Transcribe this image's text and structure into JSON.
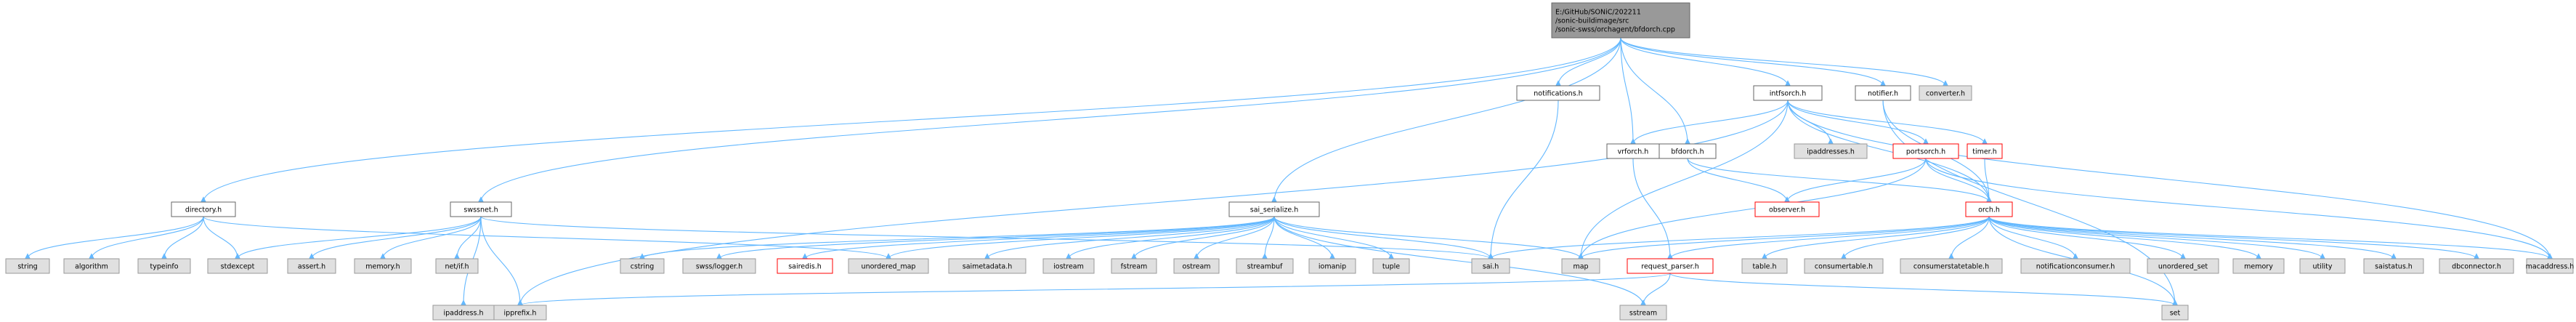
{
  "graph": {
    "root": [
      "E:/GitHub/SONiC/202211",
      "/sonic-buildimage/src",
      "/sonic-swss/orchagent/bfdorch.cpp"
    ],
    "nodes": {
      "directory_h": {
        "label": "directory.h",
        "kind": "header"
      },
      "swssnet_h": {
        "label": "swssnet.h",
        "kind": "header"
      },
      "notifications_h": {
        "label": "notifications.h",
        "kind": "header"
      },
      "sai_serialize_h": {
        "label": "sai_serialize.h",
        "kind": "header"
      },
      "vrforch_h": {
        "label": "vrforch.h",
        "kind": "header"
      },
      "bfdorch_h": {
        "label": "bfdorch.h",
        "kind": "header"
      },
      "intfsorch_h": {
        "label": "intfsorch.h",
        "kind": "header"
      },
      "notifier_h": {
        "label": "notifier.h",
        "kind": "header"
      },
      "converter_h": {
        "label": "converter.h",
        "kind": "std"
      },
      "ipaddresses_h": {
        "label": "ipaddresses.h",
        "kind": "std"
      },
      "portsorch_h": {
        "label": "portsorch.h",
        "kind": "incomplete"
      },
      "timer_h": {
        "label": "timer.h",
        "kind": "incomplete"
      },
      "observer_h": {
        "label": "observer.h",
        "kind": "incomplete"
      },
      "orch_h": {
        "label": "orch.h",
        "kind": "incomplete"
      },
      "request_parser_h": {
        "label": "request_parser.h",
        "kind": "incomplete"
      },
      "sairedis_h": {
        "label": "sairedis.h",
        "kind": "incomplete"
      },
      "string": {
        "label": "string",
        "kind": "std"
      },
      "algorithm": {
        "label": "algorithm",
        "kind": "std"
      },
      "typeinfo": {
        "label": "typeinfo",
        "kind": "std"
      },
      "stdexcept": {
        "label": "stdexcept",
        "kind": "std"
      },
      "assert_h": {
        "label": "assert.h",
        "kind": "std"
      },
      "memory_h": {
        "label": "memory.h",
        "kind": "std"
      },
      "net_if_h": {
        "label": "net/if.h",
        "kind": "std"
      },
      "cstring": {
        "label": "cstring",
        "kind": "std"
      },
      "swss_logger_h": {
        "label": "swss/logger.h",
        "kind": "std"
      },
      "unordered_map": {
        "label": "unordered_map",
        "kind": "std"
      },
      "saimetadata_h": {
        "label": "saimetadata.h",
        "kind": "std"
      },
      "iostream": {
        "label": "iostream",
        "kind": "std"
      },
      "fstream": {
        "label": "fstream",
        "kind": "std"
      },
      "ostream": {
        "label": "ostream",
        "kind": "std"
      },
      "streambuf": {
        "label": "streambuf",
        "kind": "std"
      },
      "iomanip": {
        "label": "iomanip",
        "kind": "std"
      },
      "tuple": {
        "label": "tuple",
        "kind": "std"
      },
      "sai_h": {
        "label": "sai.h",
        "kind": "std"
      },
      "map": {
        "label": "map",
        "kind": "std"
      },
      "table_h": {
        "label": "table.h",
        "kind": "std"
      },
      "consumertable_h": {
        "label": "consumertable.h",
        "kind": "std"
      },
      "consumerstatetable_h": {
        "label": "consumerstatetable.h",
        "kind": "std"
      },
      "notificationconsumer_h": {
        "label": "notificationconsumer.h",
        "kind": "std"
      },
      "unordered_set": {
        "label": "unordered_set",
        "kind": "std"
      },
      "memory": {
        "label": "memory",
        "kind": "std"
      },
      "utility": {
        "label": "utility",
        "kind": "std"
      },
      "saistatus_h": {
        "label": "saistatus.h",
        "kind": "std"
      },
      "dbconnector_h": {
        "label": "dbconnector.h",
        "kind": "std"
      },
      "macaddress_h": {
        "label": "macaddress.h",
        "kind": "std"
      },
      "ipaddress_h": {
        "label": "ipaddress.h",
        "kind": "std"
      },
      "ipprefix_h": {
        "label": "ipprefix.h",
        "kind": "std"
      },
      "sstream": {
        "label": "sstream",
        "kind": "std"
      },
      "set": {
        "label": "set",
        "kind": "std"
      }
    },
    "colors": {
      "edge": "#63b8ff",
      "header_fill": "#ffffff",
      "std_fill": "#e0e0e0",
      "root_fill": "#999999",
      "incomplete_border": "#ff0000"
    }
  }
}
